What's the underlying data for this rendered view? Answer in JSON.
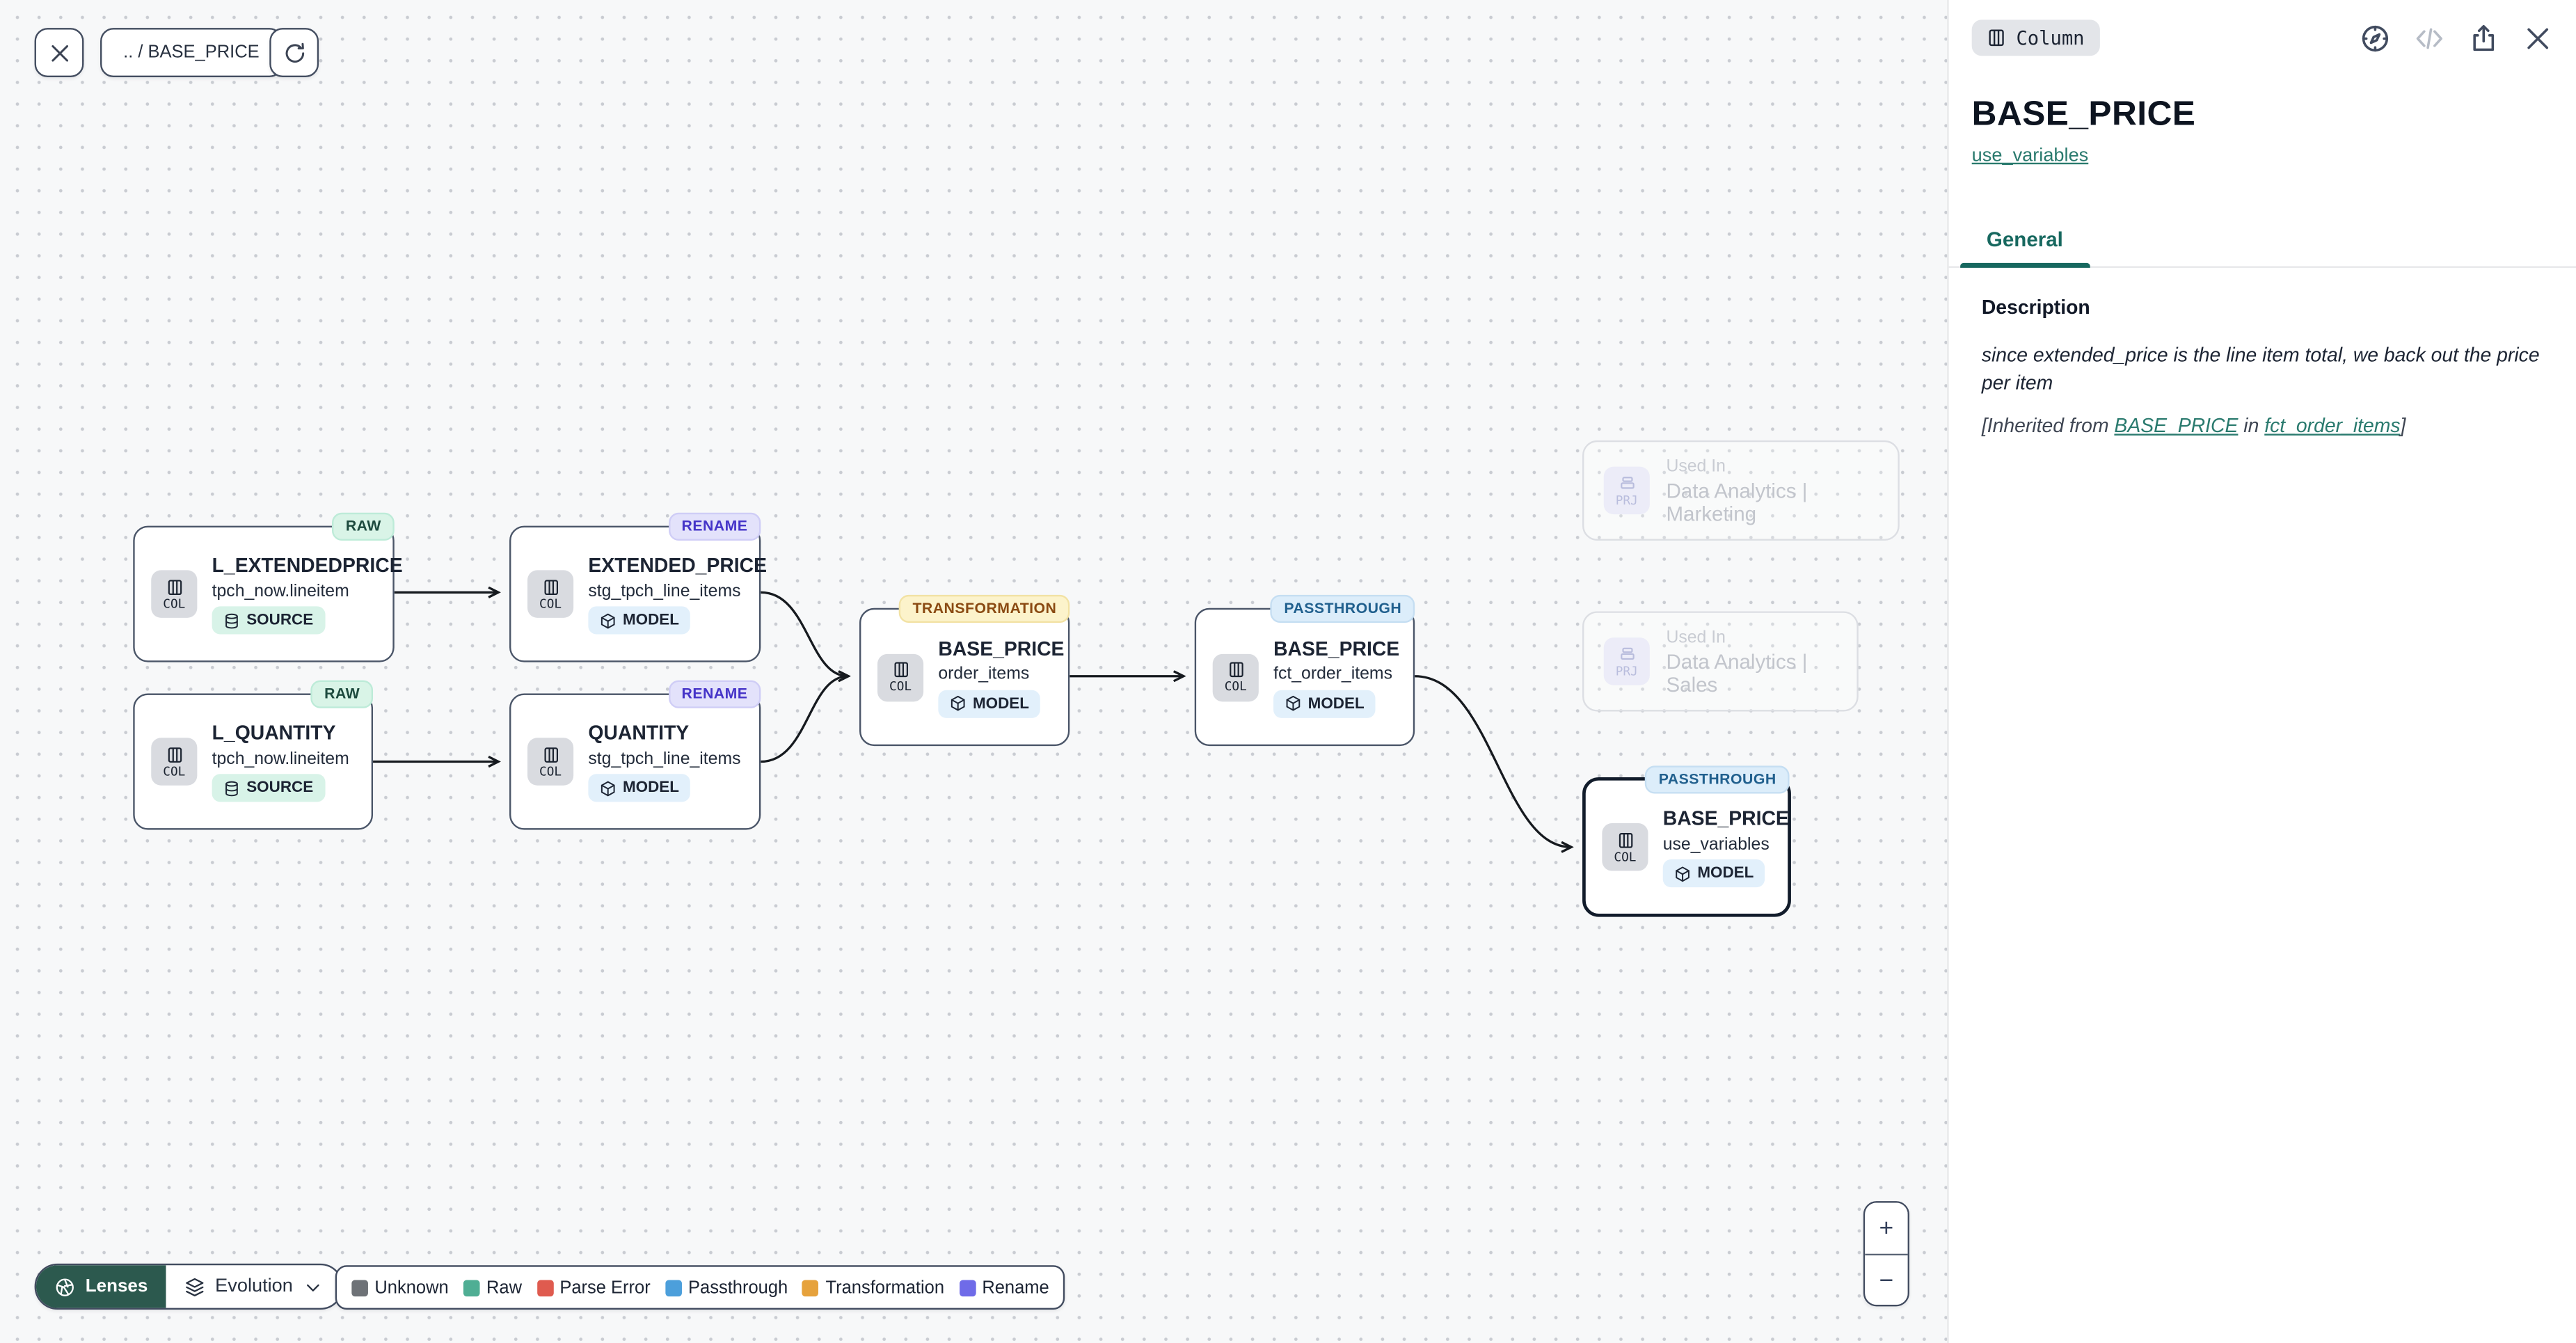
{
  "toolbar": {
    "breadcrumb": ".. / BASE_PRICE"
  },
  "panel": {
    "type_badge": "Column",
    "title": "BASE_PRICE",
    "model_link": "use_variables",
    "tabs": [
      {
        "label": "General"
      }
    ],
    "description_heading": "Description",
    "description_body": "since extended_price is the line item total, we back out the price per item",
    "inherited": {
      "prefix": "[Inherited from ",
      "link_column": "BASE_PRICE",
      "middle": " in ",
      "link_model": "fct_order_items",
      "suffix": "]"
    }
  },
  "canvas": {
    "nodes": [
      {
        "type_label": "COL",
        "badge": "RAW",
        "title": "L_EXTENDEDPRICE",
        "subtitle": "tpch_now.lineitem",
        "chip": "SOURCE"
      },
      {
        "type_label": "COL",
        "badge": "RAW",
        "title": "L_QUANTITY",
        "subtitle": "tpch_now.lineitem",
        "chip": "SOURCE"
      },
      {
        "type_label": "COL",
        "badge": "RENAME",
        "title": "EXTENDED_PRICE",
        "subtitle": "stg_tpch_line_items",
        "chip": "MODEL"
      },
      {
        "type_label": "COL",
        "badge": "RENAME",
        "title": "QUANTITY",
        "subtitle": "stg_tpch_line_items",
        "chip": "MODEL"
      },
      {
        "type_label": "COL",
        "badge": "TRANSFORMATION",
        "title": "BASE_PRICE",
        "subtitle": "order_items",
        "chip": "MODEL"
      },
      {
        "type_label": "COL",
        "badge": "PASSTHROUGH",
        "title": "BASE_PRICE",
        "subtitle": "fct_order_items",
        "chip": "MODEL"
      },
      {
        "type_label": "COL",
        "badge": "PASSTHROUGH",
        "title": "BASE_PRICE",
        "subtitle": "use_variables",
        "chip": "MODEL"
      }
    ],
    "used_in": [
      {
        "type_label": "PRJ",
        "label": "Used In",
        "name": "Data Analytics | Marketing"
      },
      {
        "type_label": "PRJ",
        "label": "Used In",
        "name": "Data Analytics | Sales"
      }
    ]
  },
  "footer": {
    "lenses_label": "Lenses",
    "lens_selected": "Evolution",
    "legend": [
      {
        "label": "Unknown",
        "color": "#6e7277"
      },
      {
        "label": "Raw",
        "color": "#4fae94"
      },
      {
        "label": "Parse Error",
        "color": "#df5b4f"
      },
      {
        "label": "Passthrough",
        "color": "#4c9fdb"
      },
      {
        "label": "Transformation",
        "color": "#e6a23c"
      },
      {
        "label": "Rename",
        "color": "#6f6be8"
      }
    ]
  },
  "zoom_controls": {
    "zoom_in": "+",
    "zoom_out": "−"
  },
  "colors": {
    "accent_teal": "#17685f",
    "lenses_bg": "#2c594e",
    "badge_raw_bg": "#d9f4e7",
    "badge_rename_bg": "#e3e2fb",
    "badge_transformation_bg": "#fcf3cb",
    "badge_passthrough_bg": "#dcedfa",
    "chip_source_bg": "#d8f3e8",
    "chip_model_bg": "#e2f0fb"
  }
}
